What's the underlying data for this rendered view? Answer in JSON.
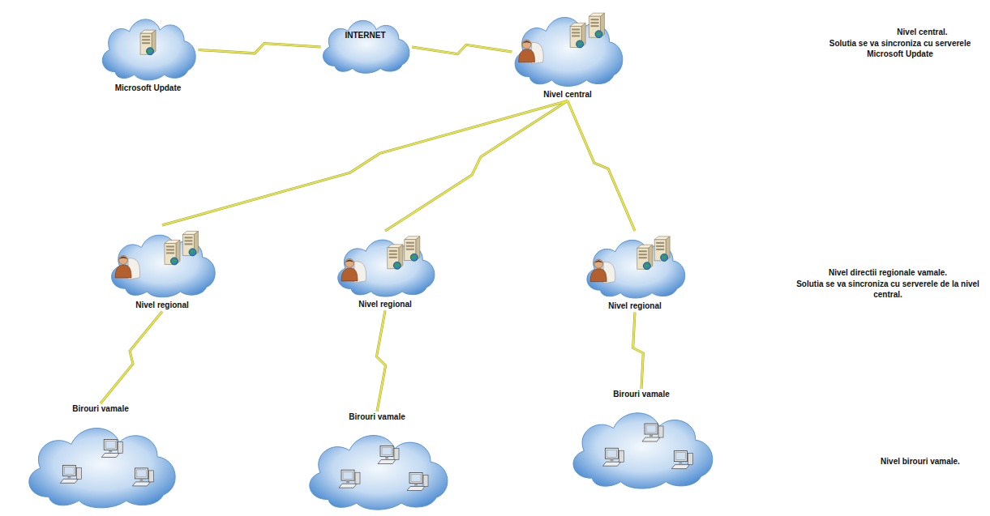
{
  "diagram": {
    "nodes": [
      {
        "text": [
          "Microsoft Update"
        ]
      },
      {
        "text": [
          "INTERNET"
        ]
      },
      {
        "text": [
          "Nivel central"
        ]
      },
      {
        "text": [
          "Nivel regional"
        ]
      },
      {
        "text": [
          "Nivel regional"
        ]
      },
      {
        "text": [
          "Nivel regional"
        ]
      },
      {
        "text": [
          "Birouri vamale"
        ]
      },
      {
        "text": [
          "Birouri vamale"
        ]
      },
      {
        "text": [
          "Birouri vamale"
        ]
      }
    ],
    "edges": [
      {
        "from": 0,
        "to": 1,
        "arrow": "none"
      },
      {
        "from": 1,
        "to": 2,
        "arrow": "none"
      },
      {
        "from": 2,
        "to": 3,
        "arrow": "none"
      },
      {
        "from": 2,
        "to": 4,
        "arrow": "none"
      },
      {
        "from": 2,
        "to": 5,
        "arrow": "none"
      },
      {
        "from": 3,
        "to": 6,
        "arrow": "none"
      },
      {
        "from": 4,
        "to": 7,
        "arrow": "none"
      },
      {
        "from": 5,
        "to": 8,
        "arrow": "none"
      }
    ],
    "labels": [
      "Nivel central.",
      "Solutia se va sincroniza cu serverele Microsoft Update",
      "Nivel directii regionale vamale.",
      "Solutia se va sincroniza cu serverele de la nivel central.",
      "Nivel birouri vamale."
    ]
  }
}
